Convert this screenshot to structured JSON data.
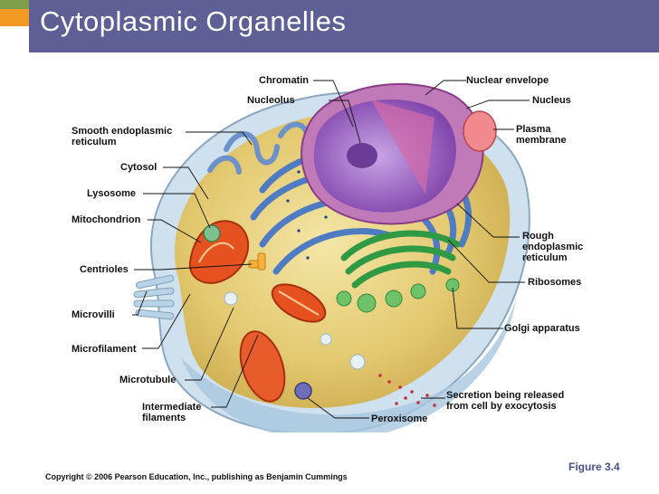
{
  "title": "Cytoplasmic Organelles",
  "labels": {
    "chromatin": "Chromatin",
    "nuclear_envelope": "Nuclear envelope",
    "nucleolus": "Nucleolus",
    "nucleus": "Nucleus",
    "smooth_er_line1": "Smooth endoplasmic",
    "smooth_er_line2": "reticulum",
    "plasma_membrane_line1": "Plasma",
    "plasma_membrane_line2": "membrane",
    "cytosol": "Cytosol",
    "lysosome": "Lysosome",
    "mitochondrion": "Mitochondrion",
    "rough_er_line1": "Rough",
    "rough_er_line2": "endoplasmic",
    "rough_er_line3": "reticulum",
    "centrioles": "Centrioles",
    "ribosomes": "Ribosomes",
    "microvilli": "Microvilli",
    "golgi": "Golgi apparatus",
    "microfilament": "Microfilament",
    "microtubule": "Microtubule",
    "intermediate_line1": "Intermediate",
    "intermediate_line2": "filaments",
    "secretion_line1": "Secretion being released",
    "secretion_line2": "from cell by exocytosis",
    "peroxisome": "Peroxisome"
  },
  "figure_label": "Figure 3.4",
  "copyright": "Copyright © 2006 Pearson Education, Inc., publishing as Benjamin Cummings",
  "colors": {
    "title_bar": "#5e5f95",
    "accent_green": "#7ea04a",
    "accent_orange": "#f39a25",
    "nucleus": "#9b5cc2",
    "rough_er": "#5b86c9",
    "golgi": "#35a14a",
    "mitochondrion": "#e0431c"
  }
}
